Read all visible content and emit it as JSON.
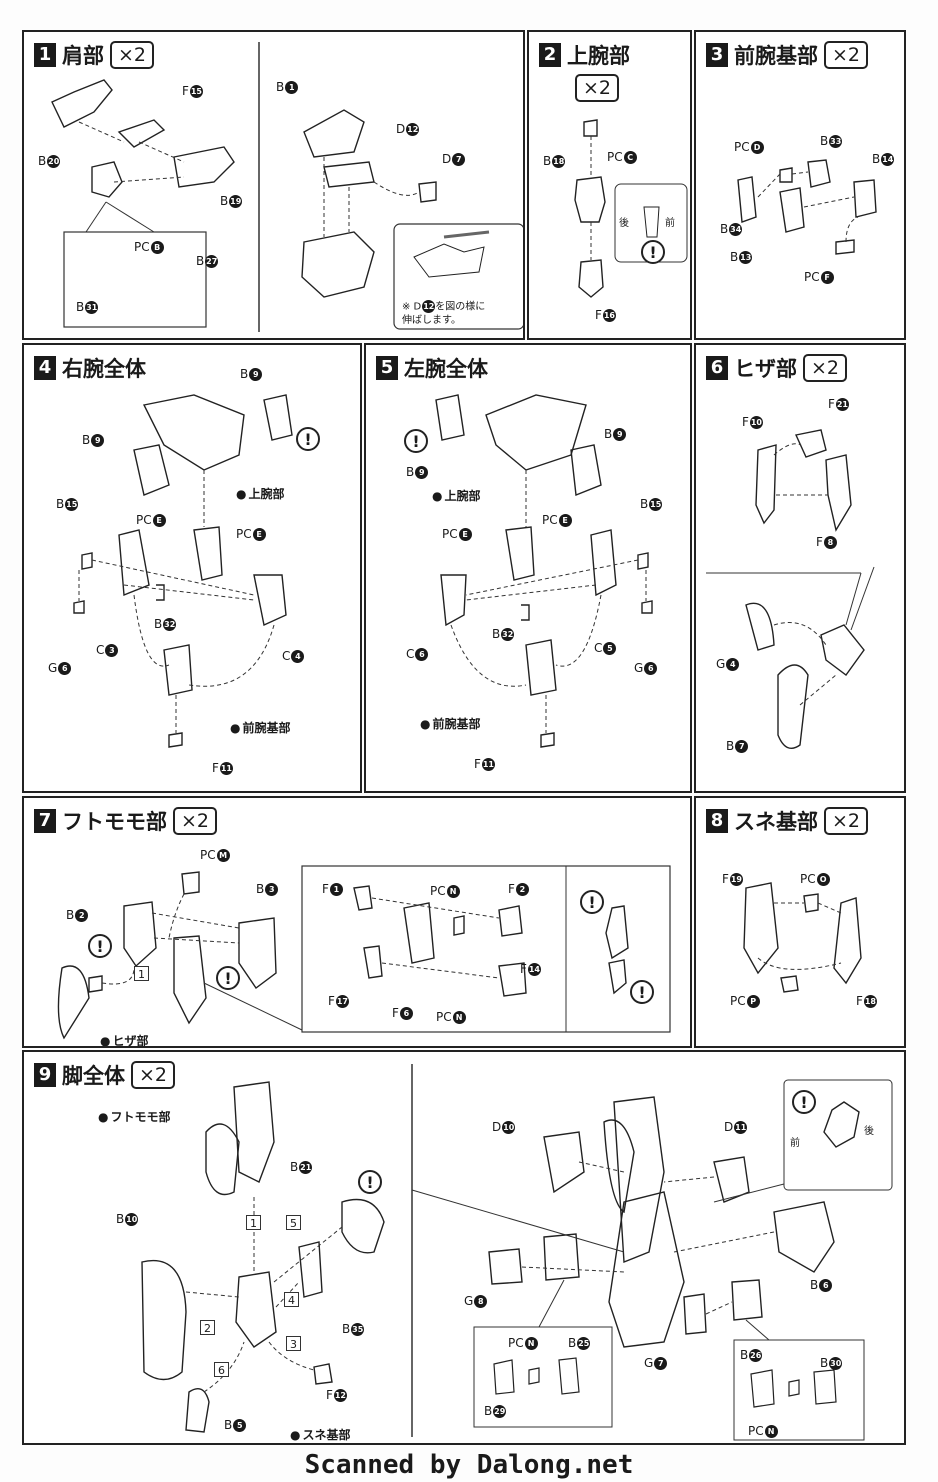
{
  "sections": {
    "s1": {
      "num": "1",
      "title": "肩部",
      "qty": "×2"
    },
    "s2": {
      "num": "2",
      "title": "上腕部",
      "qty": "×2"
    },
    "s3": {
      "num": "3",
      "title": "前腕基部",
      "qty": "×2"
    },
    "s4": {
      "num": "4",
      "title": "右腕全体"
    },
    "s5": {
      "num": "5",
      "title": "左腕全体"
    },
    "s6": {
      "num": "6",
      "title": "ヒザ部",
      "qty": "×2"
    },
    "s7": {
      "num": "7",
      "title": "フトモモ部",
      "qty": "×2"
    },
    "s8": {
      "num": "8",
      "title": "スネ基部",
      "qty": "×2"
    },
    "s9": {
      "num": "9",
      "title": "脚全体",
      "qty": "×2"
    }
  },
  "parts": {
    "s1": [
      {
        "code": "F",
        "n": "15"
      },
      {
        "code": "B",
        "n": "20"
      },
      {
        "code": "B",
        "n": "19"
      },
      {
        "code": "PC",
        "n": "B"
      },
      {
        "code": "B",
        "n": "27"
      },
      {
        "code": "B",
        "n": "31"
      },
      {
        "code": "B",
        "n": "1"
      },
      {
        "code": "D",
        "n": "12"
      },
      {
        "code": "D",
        "n": "7"
      }
    ],
    "s1_note": [
      "※ D",
      "12",
      "を図の様に",
      "伸ばします。"
    ],
    "s2": [
      {
        "code": "PC",
        "n": "C"
      },
      {
        "code": "B",
        "n": "18"
      },
      {
        "code": "F",
        "n": "16"
      }
    ],
    "s2_dir": {
      "back": "後",
      "front": "前"
    },
    "s3": [
      {
        "code": "PC",
        "n": "D"
      },
      {
        "code": "B",
        "n": "33"
      },
      {
        "code": "B",
        "n": "14"
      },
      {
        "code": "B",
        "n": "34"
      },
      {
        "code": "B",
        "n": "13"
      },
      {
        "code": "PC",
        "n": "F"
      }
    ],
    "s4": [
      {
        "code": "B",
        "n": "9"
      },
      {
        "code": "B",
        "n": "9"
      },
      {
        "code": "B",
        "n": "15"
      },
      {
        "code": "PC",
        "n": "E"
      },
      {
        "code": "PC",
        "n": "E"
      },
      {
        "code": "B",
        "n": "32"
      },
      {
        "code": "C",
        "n": "3"
      },
      {
        "code": "C",
        "n": "4"
      },
      {
        "code": "G",
        "n": "6"
      },
      {
        "code": "F",
        "n": "11"
      }
    ],
    "s4_refs": [
      "上腕部",
      "前腕基部"
    ],
    "s5": [
      {
        "code": "B",
        "n": "9"
      },
      {
        "code": "B",
        "n": "9"
      },
      {
        "code": "B",
        "n": "15"
      },
      {
        "code": "PC",
        "n": "E"
      },
      {
        "code": "PC",
        "n": "E"
      },
      {
        "code": "B",
        "n": "32"
      },
      {
        "code": "C",
        "n": "6"
      },
      {
        "code": "C",
        "n": "5"
      },
      {
        "code": "G",
        "n": "6"
      },
      {
        "code": "F",
        "n": "11"
      }
    ],
    "s5_refs": [
      "上腕部",
      "前腕基部"
    ],
    "s6": [
      {
        "code": "F",
        "n": "10"
      },
      {
        "code": "F",
        "n": "21"
      },
      {
        "code": "F",
        "n": "8"
      },
      {
        "code": "G",
        "n": "4"
      },
      {
        "code": "B",
        "n": "7"
      }
    ],
    "s7": [
      {
        "code": "PC",
        "n": "M"
      },
      {
        "code": "B",
        "n": "3"
      },
      {
        "code": "B",
        "n": "2"
      },
      {
        "code": "F",
        "n": "1"
      },
      {
        "code": "PC",
        "n": "N"
      },
      {
        "code": "F",
        "n": "2"
      },
      {
        "code": "F",
        "n": "14"
      },
      {
        "code": "F",
        "n": "17"
      },
      {
        "code": "F",
        "n": "6"
      },
      {
        "code": "PC",
        "n": "N"
      }
    ],
    "s7_refs": [
      "ヒザ部"
    ],
    "s8": [
      {
        "code": "F",
        "n": "19"
      },
      {
        "code": "PC",
        "n": "O"
      },
      {
        "code": "PC",
        "n": "P"
      },
      {
        "code": "F",
        "n": "18"
      }
    ],
    "s9": [
      {
        "code": "B",
        "n": "21"
      },
      {
        "code": "B",
        "n": "10"
      },
      {
        "code": "B",
        "n": "35"
      },
      {
        "code": "F",
        "n": "12"
      },
      {
        "code": "B",
        "n": "5"
      },
      {
        "code": "D",
        "n": "10"
      },
      {
        "code": "D",
        "n": "11"
      },
      {
        "code": "G",
        "n": "8"
      },
      {
        "code": "B",
        "n": "6"
      },
      {
        "code": "G",
        "n": "7"
      },
      {
        "code": "PC",
        "n": "N"
      },
      {
        "code": "B",
        "n": "25"
      },
      {
        "code": "B",
        "n": "29"
      },
      {
        "code": "B",
        "n": "26"
      },
      {
        "code": "B",
        "n": "30"
      },
      {
        "code": "PC",
        "n": "N"
      }
    ],
    "s9_refs": [
      "フトモモ部",
      "スネ基部"
    ],
    "s9_steps": [
      "1",
      "2",
      "3",
      "4",
      "5",
      "6"
    ],
    "s9_dir": {
      "front": "前",
      "back": "後"
    }
  },
  "s7_steps": [
    "1"
  ],
  "warning_symbol": "!",
  "footer": "Scanned by Dalong.net"
}
